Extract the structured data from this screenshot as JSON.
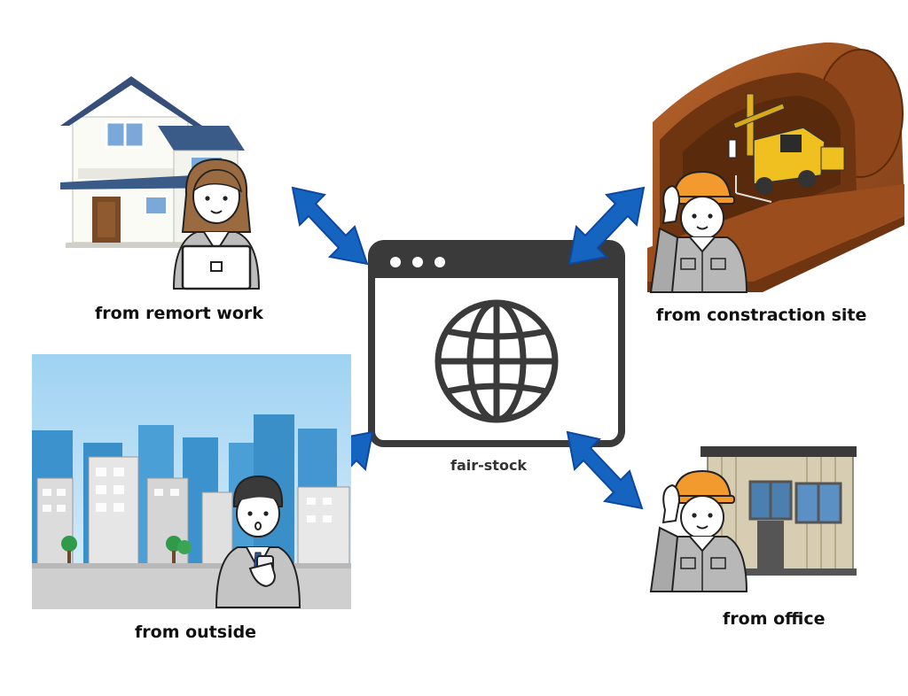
{
  "center": {
    "label": "fair-stock"
  },
  "nodes": {
    "remote_work": {
      "label": "from remort work"
    },
    "construction_site": {
      "label": "from constraction site"
    },
    "outside": {
      "label": "from outside"
    },
    "office": {
      "label": "from office"
    }
  },
  "colors": {
    "arrow": "#1565c0",
    "arrow_dark": "#0d47a1",
    "window_border": "#3a3a3a",
    "tunnel": "#a0521e",
    "sky": "#7fc3ee"
  },
  "icons": {
    "center": "browser-globe-icon",
    "remote_work": "house-with-laptop-worker",
    "construction_site": "tunnel-with-drill-machine",
    "outside": "city-with-businessman",
    "office": "prefab-office-with-worker"
  }
}
